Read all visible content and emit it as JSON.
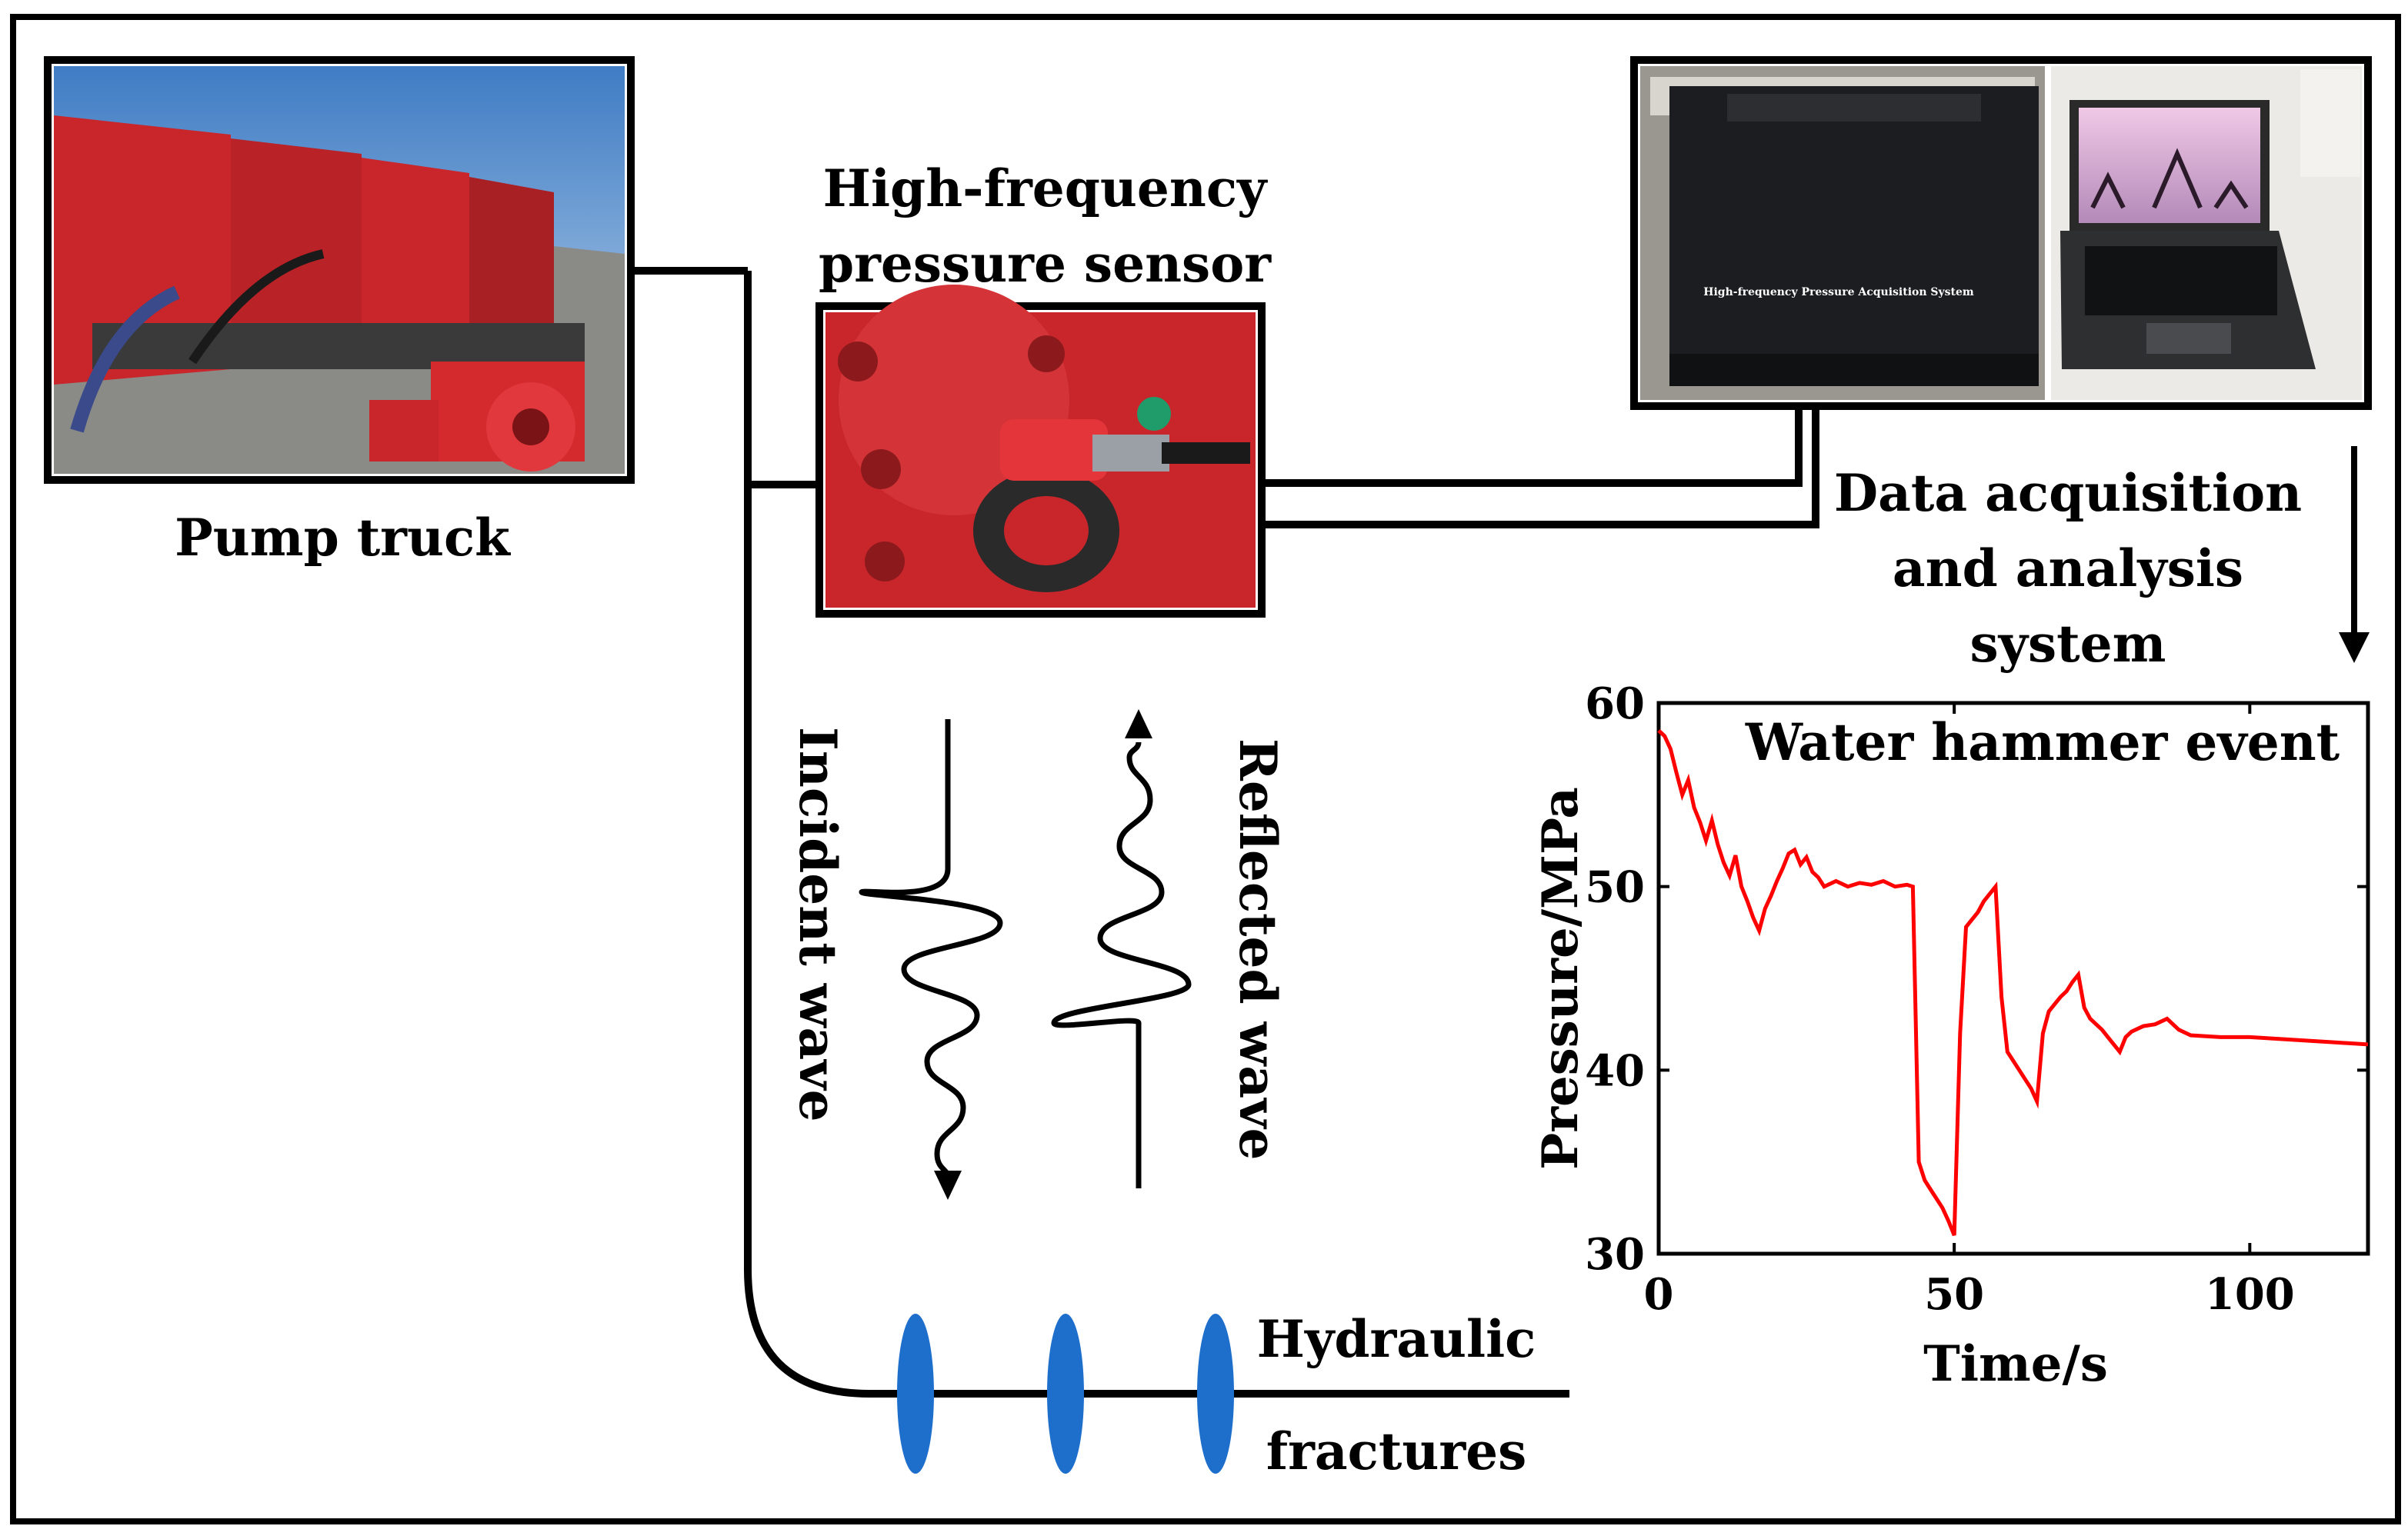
{
  "labels": {
    "pump_truck": "Pump truck",
    "sensor_line1": "High-frequency",
    "sensor_line2": "pressure sensor",
    "acq_line1": "Data acquisition",
    "acq_line2": "and analysis",
    "acq_line3": "system",
    "acq_device_caption": "High-frequency Pressure Acquisition System",
    "incident_wave": "Incident wave",
    "reflected_wave": "Reflected wave",
    "fractures_line1": "Hydraulic",
    "fractures_line2": "fractures"
  },
  "colors": {
    "border": "#000000",
    "curve": "#ff0000",
    "fracture": "#1e6fcc",
    "pump_red": "#d42a2e",
    "sky": "#6a9fd6"
  },
  "chart_data": {
    "type": "line",
    "title": "Water hammer event",
    "xlabel": "Time/s",
    "ylabel": "Pressure/MPa",
    "xlim": [
      0,
      120
    ],
    "ylim": [
      30,
      60
    ],
    "xticks": [
      0,
      50,
      100
    ],
    "yticks": [
      30,
      40,
      50,
      60
    ],
    "series": [
      {
        "x": [
          0,
          1,
          2,
          3,
          4,
          5,
          6,
          7,
          8,
          9,
          10,
          11,
          12,
          13,
          14,
          15,
          16,
          17,
          18,
          19,
          20,
          21,
          22,
          23,
          24,
          25,
          26,
          27,
          28,
          30,
          32,
          34,
          36,
          38,
          40,
          42,
          43,
          44,
          45,
          46,
          47,
          48,
          49,
          50,
          51,
          52,
          53,
          54,
          55,
          56,
          57,
          58,
          59,
          60,
          61,
          62,
          63,
          64,
          65,
          66,
          67,
          68,
          69,
          70,
          71,
          72,
          73,
          74,
          75,
          76,
          77,
          78,
          79,
          80,
          82,
          84,
          86,
          88,
          90,
          95,
          100,
          105,
          110,
          115,
          120
        ],
        "y": [
          58.5,
          58.2,
          57.5,
          56.2,
          55.0,
          55.8,
          54.3,
          53.5,
          52.5,
          53.6,
          52.3,
          51.3,
          50.6,
          51.7,
          50.0,
          49.2,
          48.3,
          47.6,
          48.8,
          49.5,
          50.3,
          51.0,
          51.8,
          52.0,
          51.2,
          51.6,
          50.8,
          50.5,
          50.0,
          50.3,
          50.0,
          50.2,
          50.1,
          50.3,
          50.0,
          50.1,
          50.0,
          35.0,
          34.0,
          33.5,
          33.0,
          32.5,
          31.8,
          31.0,
          42.0,
          47.8,
          48.2,
          48.6,
          49.2,
          49.6,
          50.0,
          44.0,
          41.0,
          40.5,
          40.0,
          39.5,
          39.0,
          38.3,
          42.0,
          43.2,
          43.6,
          44.0,
          44.3,
          44.8,
          45.2,
          43.4,
          42.8,
          42.5,
          42.2,
          41.8,
          41.4,
          41.0,
          41.8,
          42.1,
          42.4,
          42.5,
          42.8,
          42.2,
          41.9,
          41.8,
          41.8,
          41.7,
          41.6,
          41.5,
          41.4
        ]
      }
    ]
  }
}
